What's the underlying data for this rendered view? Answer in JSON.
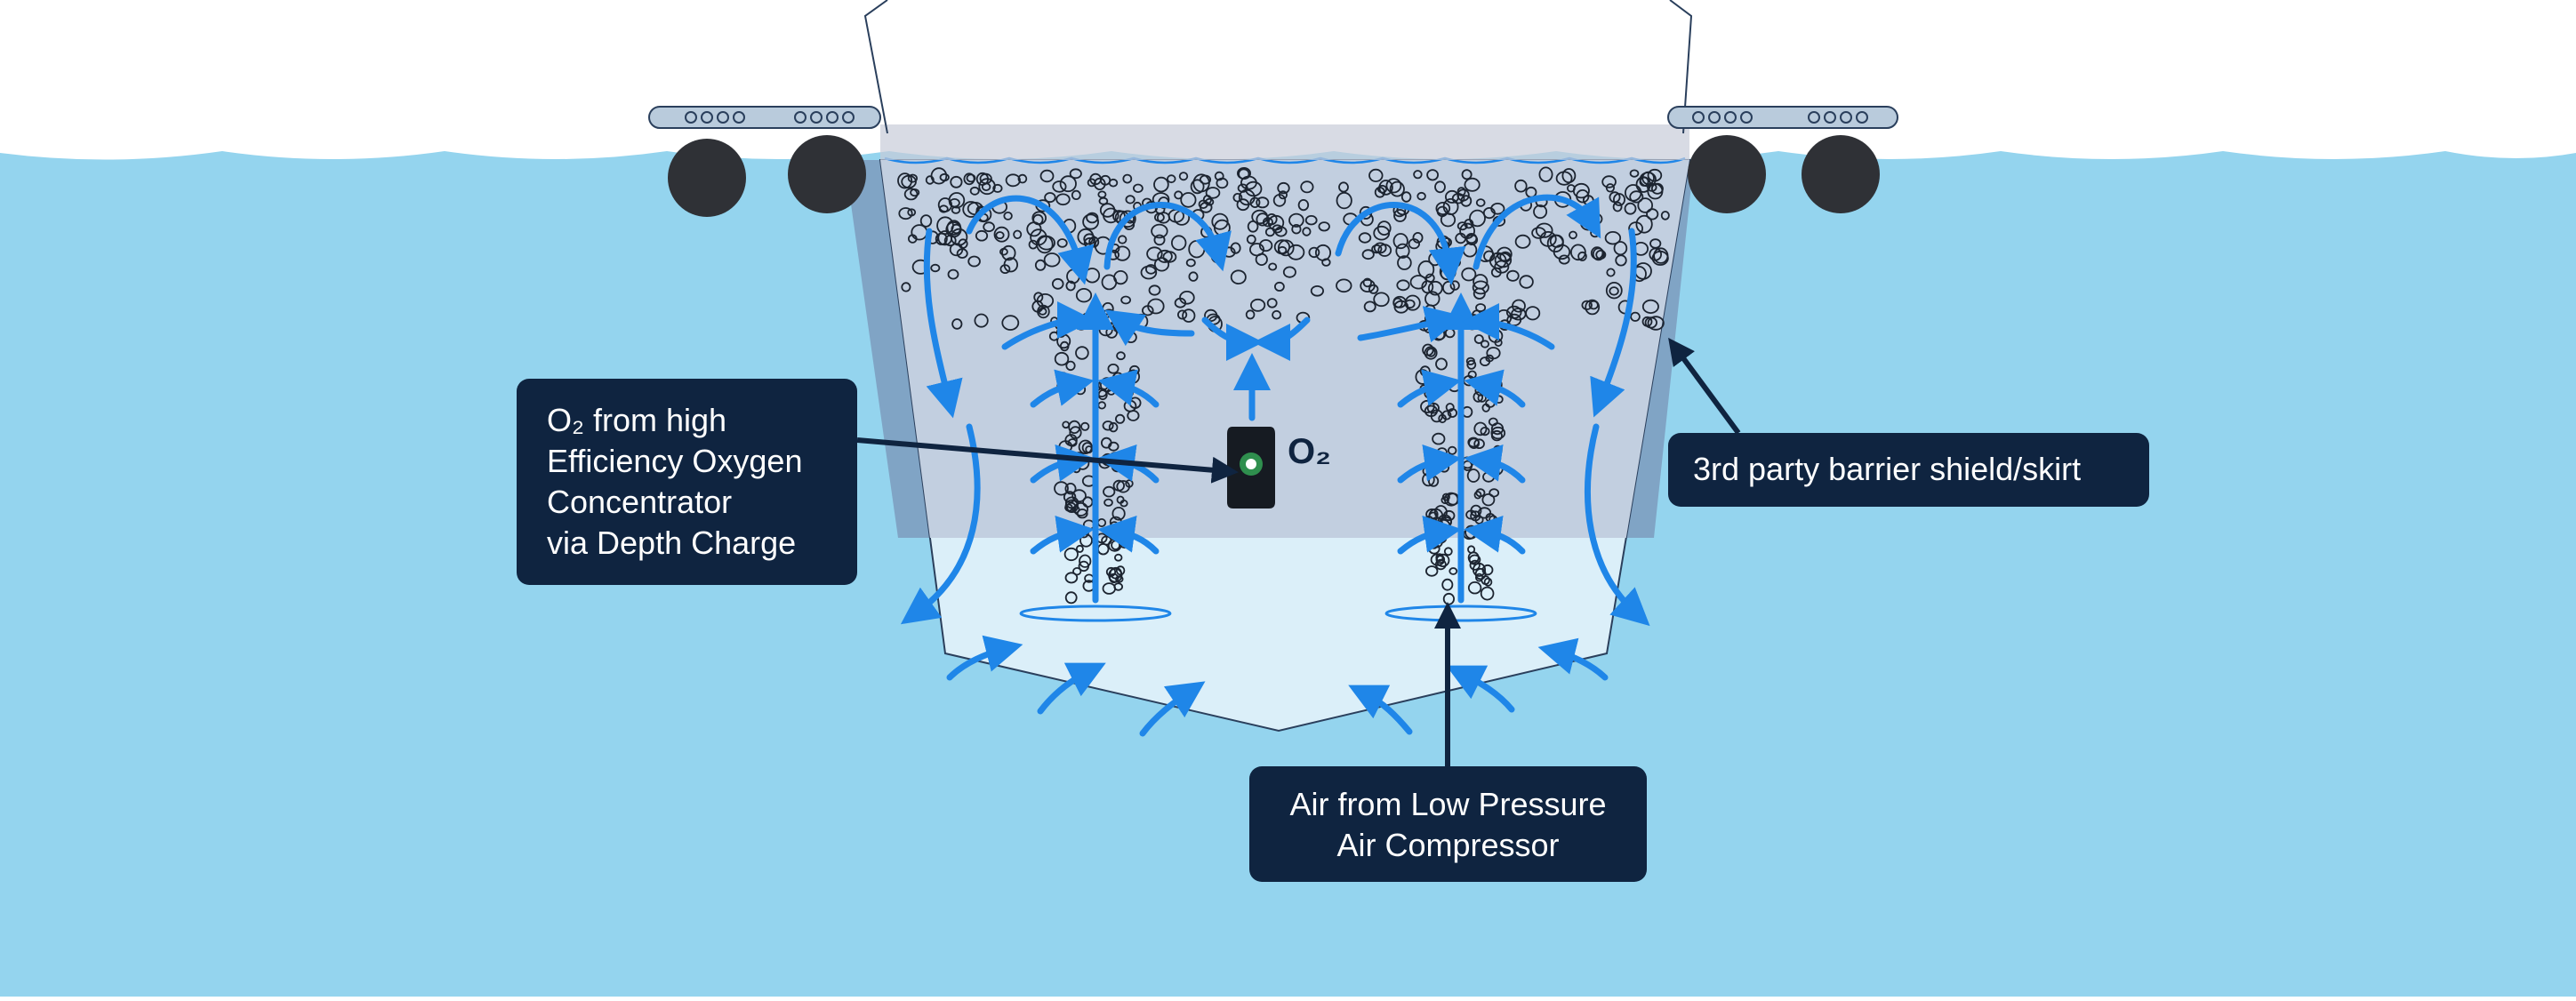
{
  "colors": {
    "water": "#94d4ee",
    "enclosure_fill": "#c2cfe0",
    "lower_zone": "#dbeff9",
    "shield": "#7d9bbd",
    "flow_arrow": "#1f86e8",
    "callout_bg": "#0f2440",
    "float": "#2f3136"
  },
  "labels": {
    "o2_source": [
      "O₂ from high",
      "Efficiency Oxygen",
      "Concentrator",
      "via Depth Charge"
    ],
    "barrier": [
      "3rd party barrier shield/skirt"
    ],
    "air_source": [
      "Air from Low Pressure",
      "Air Compressor"
    ],
    "o2_symbol": "O₂"
  }
}
